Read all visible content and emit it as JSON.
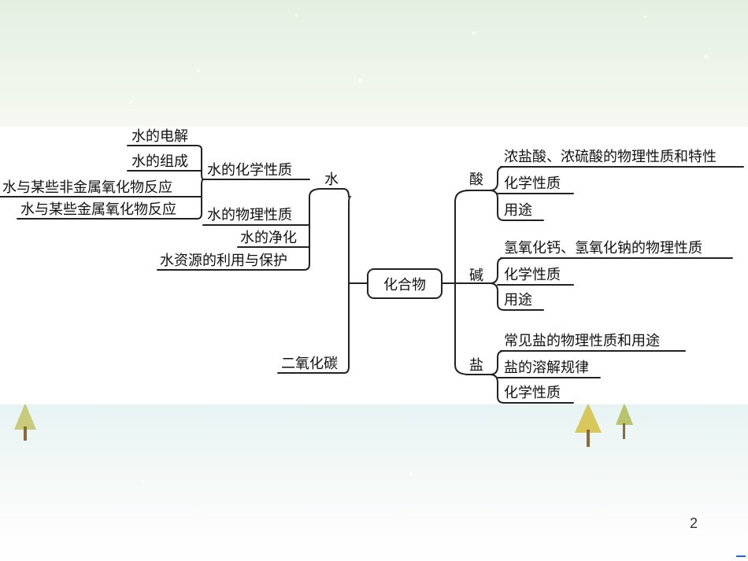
{
  "diagram": {
    "center": "化合物",
    "left_branches": {
      "water": {
        "label": "水",
        "chemical": {
          "label": "水的化学性质",
          "items": [
            "水的电解",
            "水的组成",
            "水与某些非金属氧化物反应",
            "水与某些金属氧化物反应"
          ]
        },
        "physical": "水的物理性质",
        "purification": "水的净化",
        "resources": "水资源的利用与保护"
      },
      "co2": {
        "label": "二氧化碳"
      }
    },
    "right_branches": {
      "acid": {
        "label": "酸",
        "items": [
          "浓盐酸、浓硫酸的物理性质和特性",
          "化学性质",
          "用途"
        ]
      },
      "base": {
        "label": "碱",
        "items": [
          "氢氧化钙、氢氧化钠的物理性质",
          "化学性质",
          "用途"
        ]
      },
      "salt": {
        "label": "盐",
        "items": [
          "常见盐的物理性质和用途",
          "盐的溶解规律",
          "化学性质"
        ]
      }
    }
  },
  "page_number": "2",
  "colors": {
    "line": "#222222",
    "text": "#111111"
  }
}
